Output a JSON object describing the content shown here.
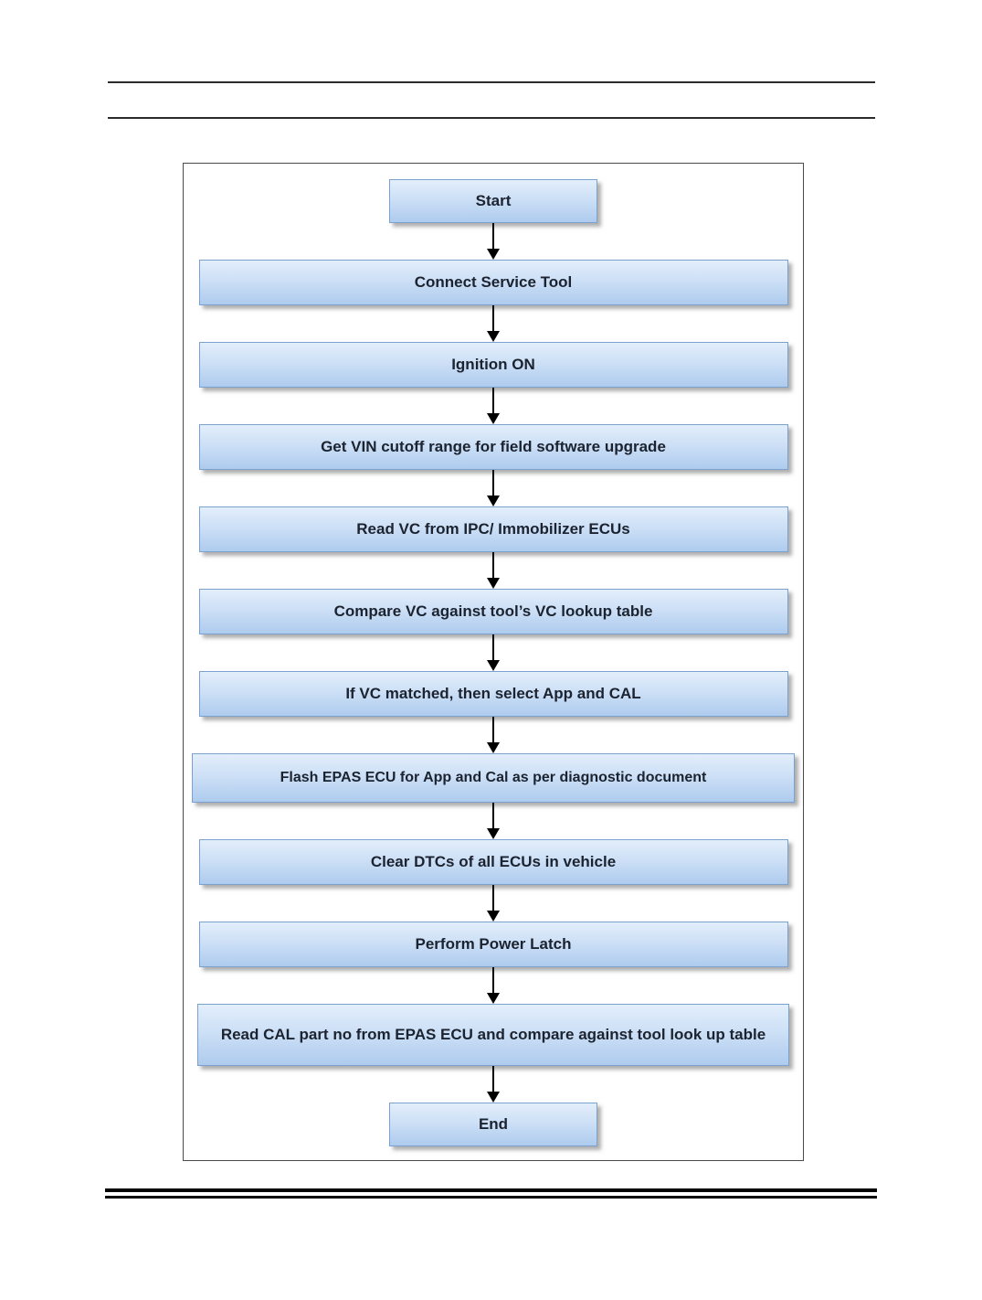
{
  "flow": {
    "steps": [
      {
        "label": "Start"
      },
      {
        "label": "Connect Service Tool"
      },
      {
        "label": "Ignition ON"
      },
      {
        "label": "Get VIN cutoff range for field software upgrade"
      },
      {
        "label": "Read VC from IPC/ Immobilizer ECUs"
      },
      {
        "label": "Compare VC against tool’s VC lookup table"
      },
      {
        "label": "If VC matched, then select App and CAL"
      },
      {
        "label": "Flash EPAS ECU for App and Cal as per diagnostic document"
      },
      {
        "label": "Clear DTCs of all ECUs in vehicle"
      },
      {
        "label": "Perform Power Latch"
      },
      {
        "label": "Read CAL part no from EPAS ECU and compare against tool look up table"
      },
      {
        "label": "End"
      }
    ]
  },
  "colors": {
    "node_fill_top": "#e3eefb",
    "node_fill_bottom": "#aecbee",
    "node_border": "#7aa2cc",
    "node_text": "#1c2330",
    "arrow": "#000000",
    "frame_border": "#4a4a4a",
    "rule": "#2b2b2b"
  }
}
